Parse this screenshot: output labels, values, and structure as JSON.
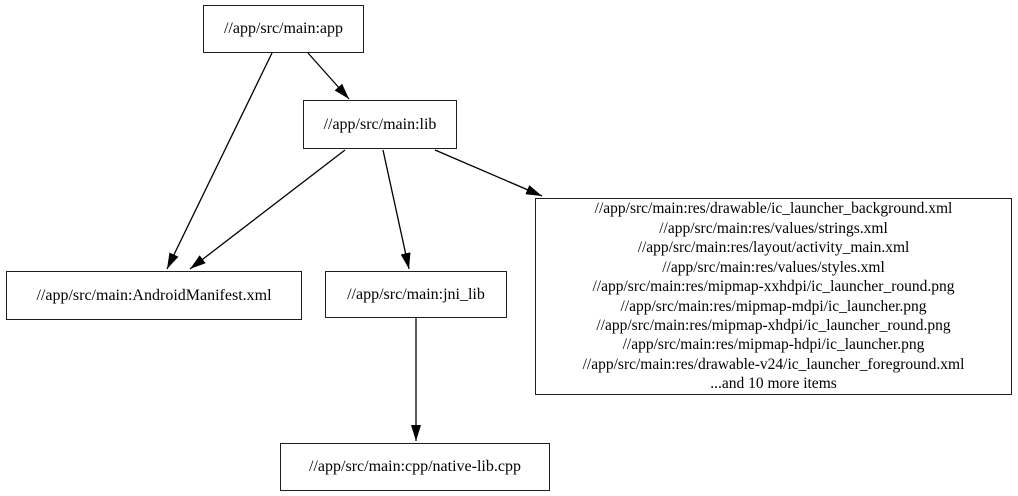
{
  "colors": {
    "background": "#ffffff",
    "node_border": "#1f1f1f",
    "edge": "#000000",
    "text": "#000000"
  },
  "nodes": {
    "app": {
      "label": "//app/src/main:app"
    },
    "lib": {
      "label": "//app/src/main:lib"
    },
    "android_manifest": {
      "label": "//app/src/main:AndroidManifest.xml"
    },
    "jni_lib": {
      "label": "//app/src/main:jni_lib"
    },
    "native_lib_cpp": {
      "label": "//app/src/main:cpp/native-lib.cpp"
    },
    "res_group": {
      "lines": [
        "//app/src/main:res/drawable/ic_launcher_background.xml",
        "//app/src/main:res/values/strings.xml",
        "//app/src/main:res/layout/activity_main.xml",
        "//app/src/main:res/values/styles.xml",
        "//app/src/main:res/mipmap-xxhdpi/ic_launcher_round.png",
        "//app/src/main:res/mipmap-mdpi/ic_launcher.png",
        "//app/src/main:res/mipmap-xhdpi/ic_launcher_round.png",
        "//app/src/main:res/mipmap-hdpi/ic_launcher.png",
        "//app/src/main:res/drawable-v24/ic_launcher_foreground.xml",
        "...and 10 more items"
      ]
    }
  },
  "edges": [
    {
      "from": "app",
      "to": "lib"
    },
    {
      "from": "app",
      "to": "android_manifest"
    },
    {
      "from": "lib",
      "to": "android_manifest"
    },
    {
      "from": "lib",
      "to": "jni_lib"
    },
    {
      "from": "lib",
      "to": "res_group"
    },
    {
      "from": "jni_lib",
      "to": "native_lib_cpp"
    }
  ]
}
